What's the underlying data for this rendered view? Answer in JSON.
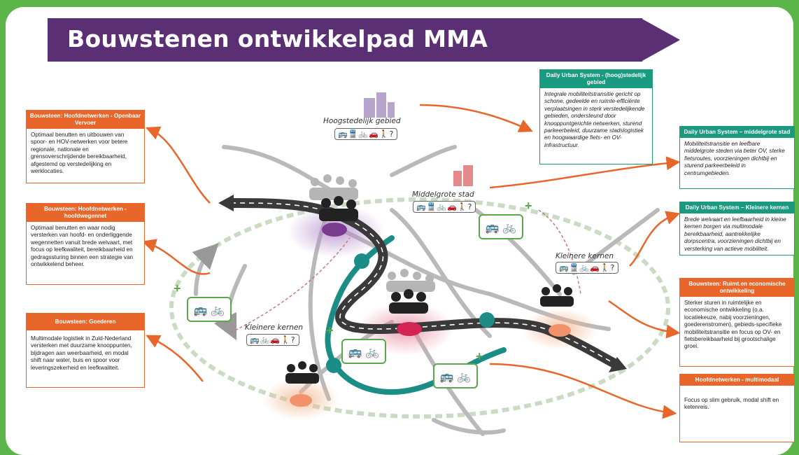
{
  "title": "Bouwstenen ontwikkelpad MMA",
  "colors": {
    "background": "#5bb548",
    "banner": "#5b2f74",
    "orange": "#e8662a",
    "teal": "#1a9a7e"
  },
  "boxes": {
    "ov": {
      "header": "Bouwsteen: Hoofdnetwerken - Openbaar Vervoer",
      "body": "Optimaal benutten en uitbouwen van spoor- en HOV-netwerken voor betere regionale, nationale en grensoverschrijdende bereikbaarheid, afgestemd op verstedelijking en werklocaties."
    },
    "weg": {
      "header": "Bouwsteen: Hoofdnetwerken - hoofdwegennet",
      "body": "Optimaal benutten en waar nodig versterken van hoofd- en onderliggende wegennetten vanuit brede welvaart, met focus op leefkwaliteit, bereikbaarheid en gedragssturing binnen een strategie van ontwikkelend beheer."
    },
    "goederen": {
      "header": "Bouwsteen: Goederen",
      "body": "Multimodale logistiek in Zuid-Nederland versterken met duurzame knooppunten, bijdragen aan weerbaarheid, en modal shift naar water, buis en spoor voor leveringszekerheid en leefkwaliteit."
    },
    "dus_hoog": {
      "header": "Daily Urban System - (hoog)stedelijk gebied",
      "body": "Integrale mobiliteitstransitie gericht op schone, gedeelde en ruimte-efficiënte verplaatsingen in sterk verstedelijkende gebieden, ondersteund door knooppuntgerichte netwerken, sturend parkeerbeleid, duurzame stadslogistiek en hoogwaardige fiets- en OV-infrastructuur."
    },
    "dus_middel": {
      "header": "Daily Urban System – middelgrote stad",
      "body": "Mobiliteitstransitie en leefbare middelgrote steden via beter OV, sterke fietsroutes, voorzieningen dichtbij en sturend parkeerbeleid in centrumgebieden."
    },
    "dus_klein": {
      "header": "Daily Urban System – Kleinere kernen",
      "body": "Brede welvaart en leefbaarheid in kleine kernen borgen via multimodale bereikbaarheid, aantrekkelijke dorpscentra, voorzieningen dichtbij en versterking van actieve mobiliteit."
    },
    "ruimte": {
      "header": "Bouwsteen: Ruimt.en economische ontwikkeling",
      "body": "Sterker sturen in ruimtelijke en economische ontwikkeling (o.a. locatiekeuze, nabij voorzieningen, goederenstromen), gebieds-specifieke mobiliteitstransitie en focus op OV- en fietsbereikbaarheid bij grootschalige groei."
    },
    "multimodaal": {
      "header": "Hoofdnetwerken - multimodaal",
      "body": "Focus op slim gebruik, modal shift en ketenreis."
    }
  },
  "diagram": {
    "labels": {
      "hoogstedelijk": "Hoogstedelijk gebied",
      "middelgroot": "Middelgrote stad",
      "kleiner_rechts": "Kleinere kernen",
      "kleiner_links": "Kleinere kernen"
    },
    "modes": {
      "hoog": "🚌🚆🚲🚗🚶?",
      "middel": "🚌🚆🚲🚗🚶?",
      "klein_r": "🚌🚆🚲🚗🚶?",
      "klein_l": "🚌🚲🚗🚶?"
    }
  }
}
